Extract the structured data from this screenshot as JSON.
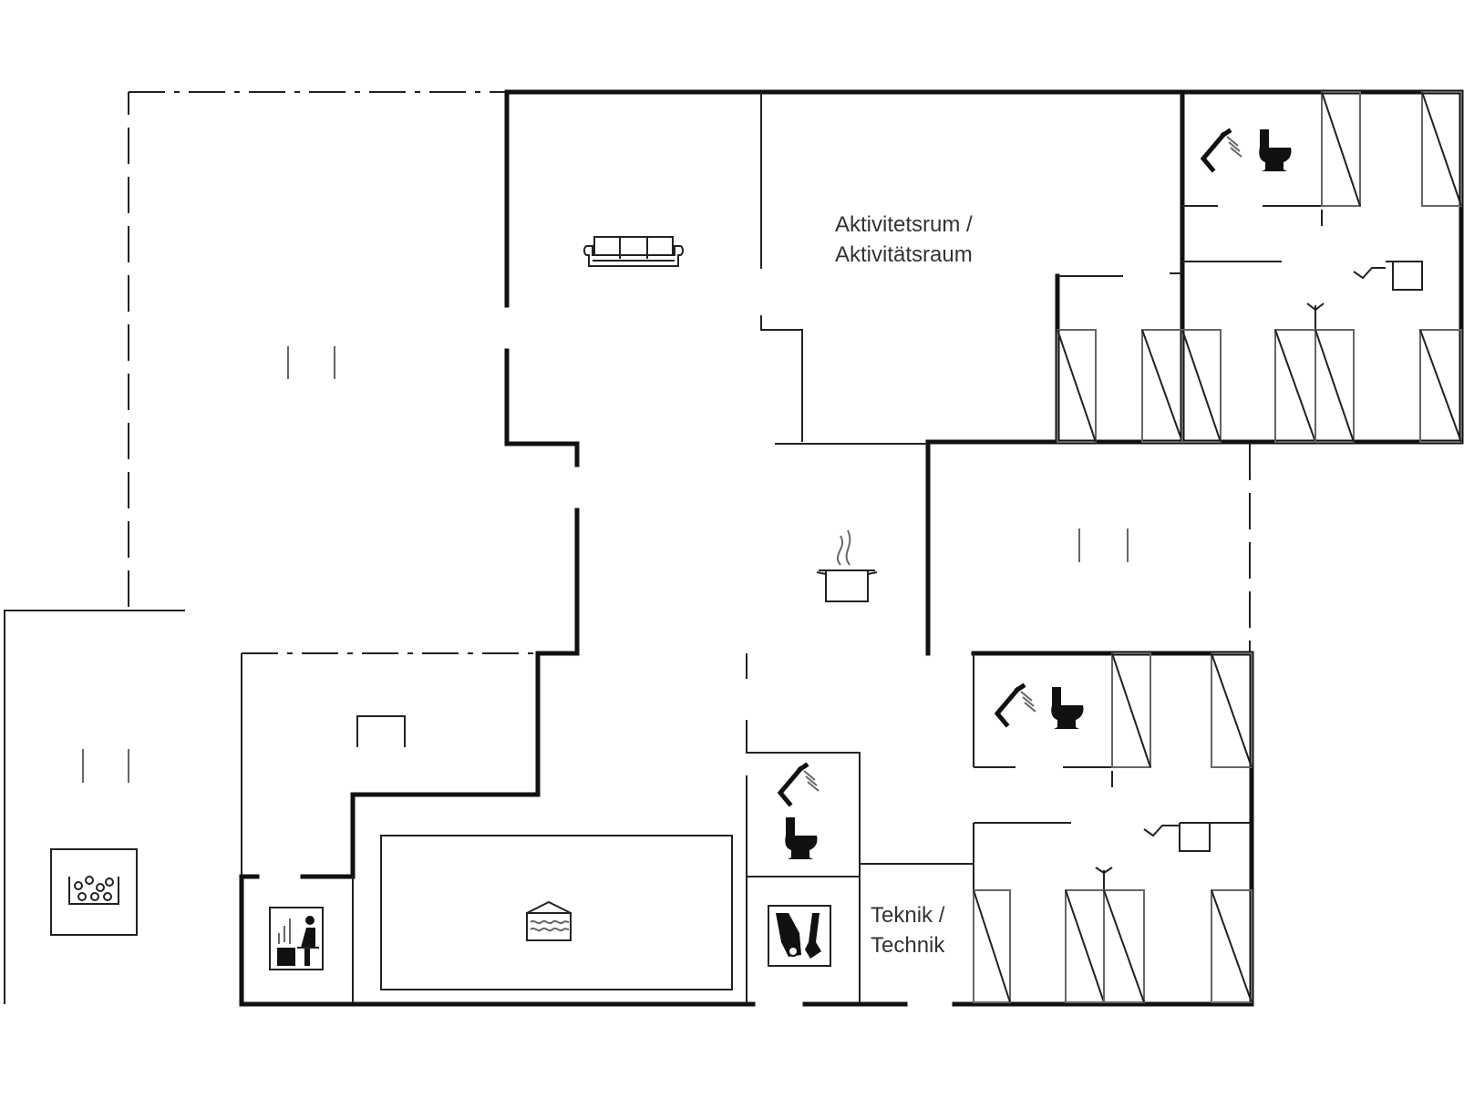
{
  "rooms": {
    "activity_line1": "Aktivitetsrum /",
    "activity_line2": "Aktivitätsraum",
    "technik_line1": "Teknik /",
    "technik_line2": "Technik"
  },
  "icons": [
    "sofa-icon",
    "cooking-pot-icon",
    "shower-icon",
    "toilet-icon",
    "sauna-icon",
    "pool-icon",
    "whirlpool-icon",
    "washing-machine-icon",
    "bunk-bed-icon",
    "door-icon"
  ],
  "colors": {
    "wall": "#111111",
    "line": "#222222",
    "icon": "#111111",
    "background": "#ffffff"
  }
}
